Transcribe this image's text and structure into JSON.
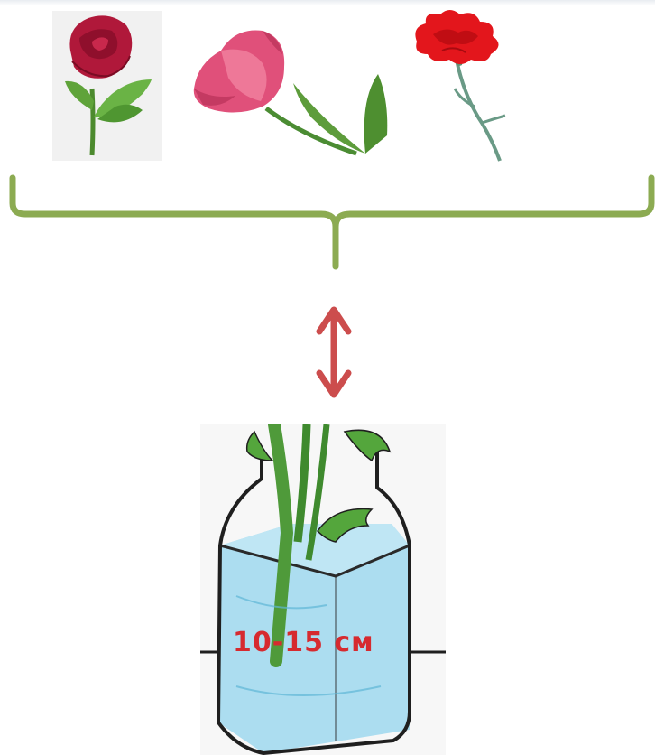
{
  "diagram": {
    "flowers": [
      {
        "name": "rose",
        "color": "#b0183a"
      },
      {
        "name": "tulip",
        "color": "#e0507a"
      },
      {
        "name": "carnation",
        "color": "#e3161c"
      }
    ],
    "bracket_color": "#8cab52",
    "arrow_color": "#cc4d4d",
    "water_color": "#9fd8ee",
    "depth_label": "10-15 см",
    "label_color": "#d62a2f"
  }
}
